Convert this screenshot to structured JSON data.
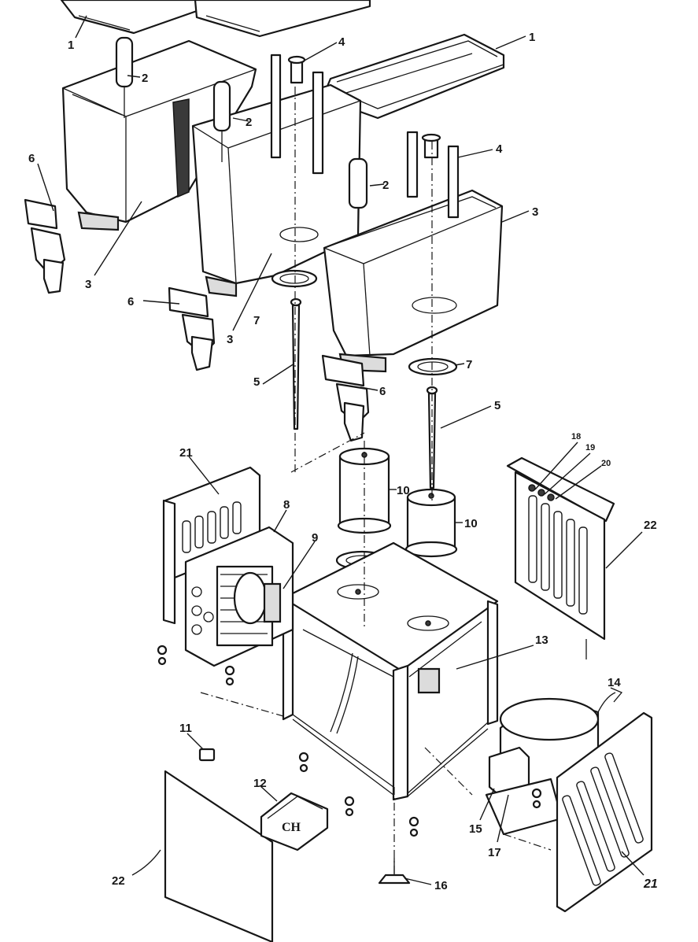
{
  "parts": {
    "p1": "1",
    "p2": "2",
    "p3": "3",
    "p4": "4",
    "p5": "5",
    "p6": "6",
    "p7": "7",
    "p8": "8",
    "p9": "9",
    "p10": "10",
    "p11": "11",
    "p12": "12",
    "p13": "13",
    "p14": "14",
    "p15": "15",
    "p16": "16",
    "p17": "17",
    "p18": "18",
    "p19": "19",
    "p20": "20",
    "p21": "21",
    "p22": "22"
  },
  "heater_marking": "CH"
}
